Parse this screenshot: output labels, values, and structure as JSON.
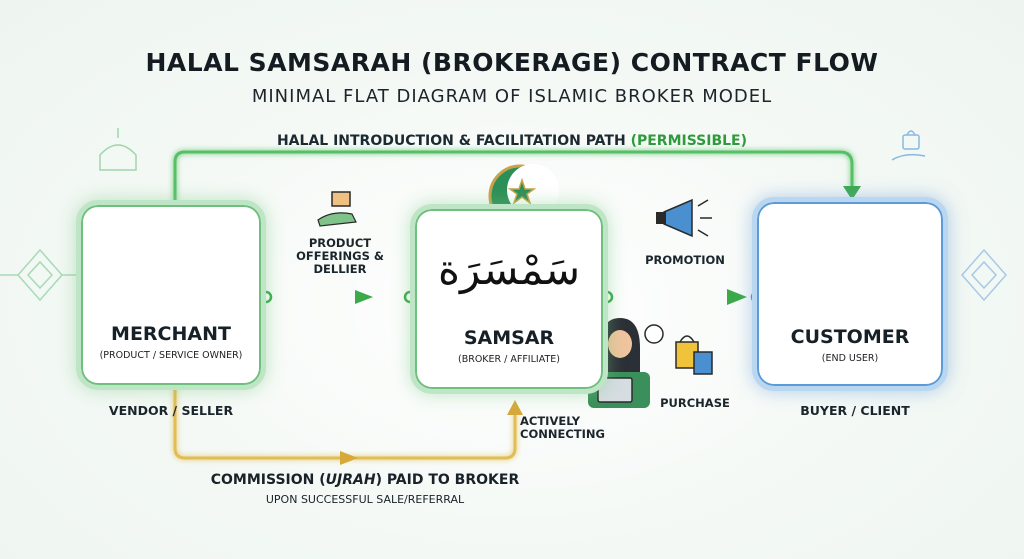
{
  "title": "HALAL SAMSARAH (BROKERAGE) CONTRACT FLOW",
  "subtitle": "MINIMAL FLAT DIAGRAM OF ISLAMIC BROKER MODEL",
  "top_path": {
    "text": "HALAL INTRODUCTION & FACILITATION PATH",
    "highlight": "(PERMISSIBLE)"
  },
  "merchant": {
    "name": "MERCHANT",
    "sub": "(PRODUCT / SERVICE OWNER)",
    "role": "VENDOR / SELLER"
  },
  "samsar": {
    "arabic": "سَمْسَرَة",
    "name": "SAMSAR",
    "sub": "(BROKER / AFFILIATE)",
    "action_line1": "ACTIVELY",
    "action_line2": "CONNECTING"
  },
  "customer": {
    "name": "CUSTOMER",
    "sub": "(END USER)",
    "role": "BUYER / CLIENT"
  },
  "arrow_labels": {
    "offer_line1": "PRODUCT",
    "offer_line2": "OFFERINGS &",
    "offer_line3": "DELLIER",
    "promotion": "PROMOTION",
    "purchase": "PURCHASE"
  },
  "commission": {
    "prefix": "COMMISSION (",
    "ujrah": "UJRAH",
    "suffix": ") PAID TO BROKER",
    "detail": "UPON SUCCESSFUL SALE/REFERRAL"
  },
  "colors": {
    "green": "#3aaa4a",
    "blue": "#4a8fd0",
    "gold": "#d6b24a",
    "dark": "#162026"
  }
}
